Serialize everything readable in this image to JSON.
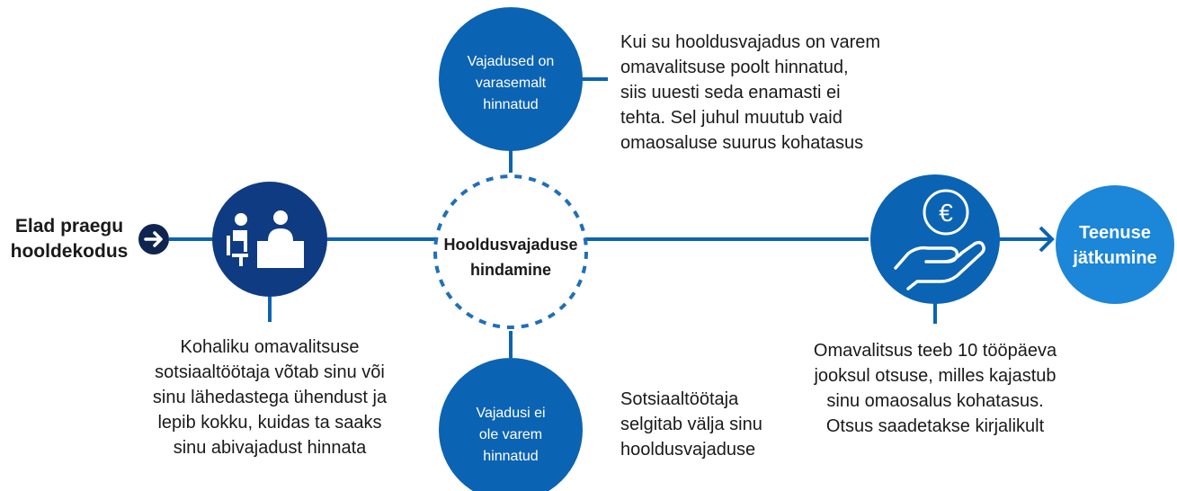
{
  "start_label": {
    "line1": "Elad praegu",
    "line2": "hooldekodus"
  },
  "center_node": {
    "line1": "Hooldusvajaduse",
    "line2": "hindamine"
  },
  "top_node": {
    "line1": "Vajadused on",
    "line2": "varasemalt",
    "line3": "hinnatud"
  },
  "top_text": [
    "Kui su hooldusvajadus on varem",
    "omavalitsuse poolt hinnatud,",
    "siis uuesti seda enamasti ei",
    "tehta. Sel juhul muutub vaid",
    "omaosaluse suurus kohatasus"
  ],
  "bottom_node": {
    "line1": "Vajadusi ei",
    "line2": "ole varem",
    "line3": "hinnatud"
  },
  "bottom_text": [
    "Sotsiaaltöötaja",
    "selgitab välja sinu",
    "hooldusvajaduse"
  ],
  "social_worker_text": [
    "Kohaliku omavalitsuse",
    "sotsiaaltöötaja võtab sinu või",
    "sinu lähedastega ühendust ja",
    "lepib kokku, kuidas ta saaks",
    "sinu abivajadust hinnata"
  ],
  "decision_text": [
    "Omavalitsus teeb 10 tööpäeva",
    "jooksul otsuse, milles kajastub",
    "sinu omaosalus kohatasus.",
    "Otsus saadetakse kirjalikult"
  ],
  "end_node": {
    "line1": "Teenuse",
    "line2": "jätkumine"
  },
  "icons": {
    "start": "arrow-right-circle-icon",
    "worker": "social-worker-desk-icon",
    "payment": "hand-euro-coin-icon",
    "end_arrow": "arrow-right-icon"
  },
  "colors": {
    "dark_blue": "#0f3b82",
    "mid_blue": "#0b63b3",
    "light_blue": "#1c86d8",
    "line": "#0b63b3",
    "dashed": "#1f6fb8"
  }
}
